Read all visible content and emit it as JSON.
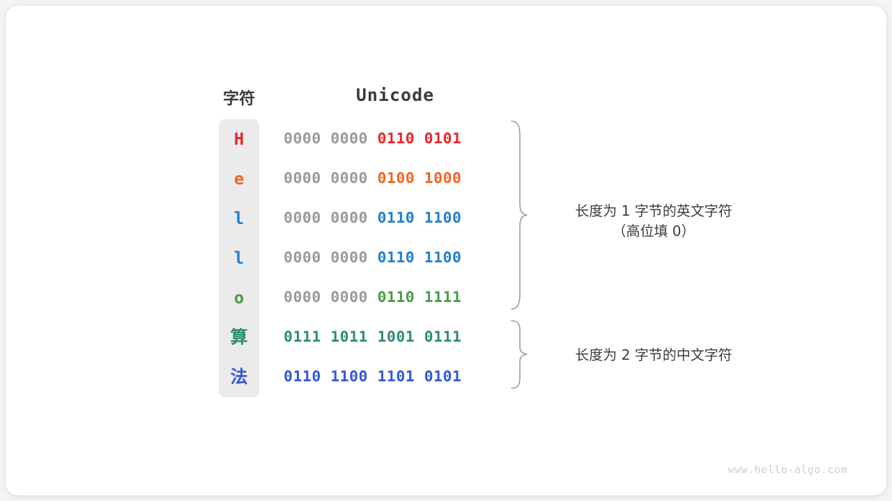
{
  "headers": {
    "character": "字符",
    "unicode": "Unicode"
  },
  "colors": {
    "column_background": "#ebebeb",
    "card_background": "#ffffff",
    "text_dark": "#3c3c3c",
    "padding_bits": "#9a9a9a",
    "watermark": "#cfcfcf",
    "brace": "#9a9a9a"
  },
  "rows": [
    {
      "char": "H",
      "char_color": "#e8262c",
      "pad": "0000 0000 ",
      "bits": "0110 0101",
      "bits_color": "#e8262c",
      "group": "ascii"
    },
    {
      "char": "e",
      "char_color": "#f26522",
      "pad": "0000 0000 ",
      "bits": "0100 1000",
      "bits_color": "#f26522",
      "group": "ascii"
    },
    {
      "char": "l",
      "char_color": "#2080d0",
      "pad": "0000 0000 ",
      "bits": "0110 1100",
      "bits_color": "#2080d0",
      "group": "ascii"
    },
    {
      "char": "l",
      "char_color": "#2080d0",
      "pad": "0000 0000 ",
      "bits": "0110 1100",
      "bits_color": "#2080d0",
      "group": "ascii"
    },
    {
      "char": "o",
      "char_color": "#4a9a48",
      "pad": "0000 0000 ",
      "bits": "0110 1111",
      "bits_color": "#4a9a48",
      "group": "ascii"
    },
    {
      "char": "算",
      "char_color": "#2e8b79",
      "pad": "",
      "bits": "0111 1011 1001 0111",
      "bits_color": "#2e8b79",
      "group": "cjk"
    },
    {
      "char": "法",
      "char_color": "#3556d8",
      "pad": "",
      "bits": "0110 1100 1101 0101",
      "bits_color": "#3556d8",
      "group": "cjk"
    }
  ],
  "annotations": {
    "ascii": "长度为 1 字节的英文字符\n（高位填 0）",
    "cjk": "长度为 2 字节的中文字符"
  },
  "watermark": "www.hello-algo.com"
}
